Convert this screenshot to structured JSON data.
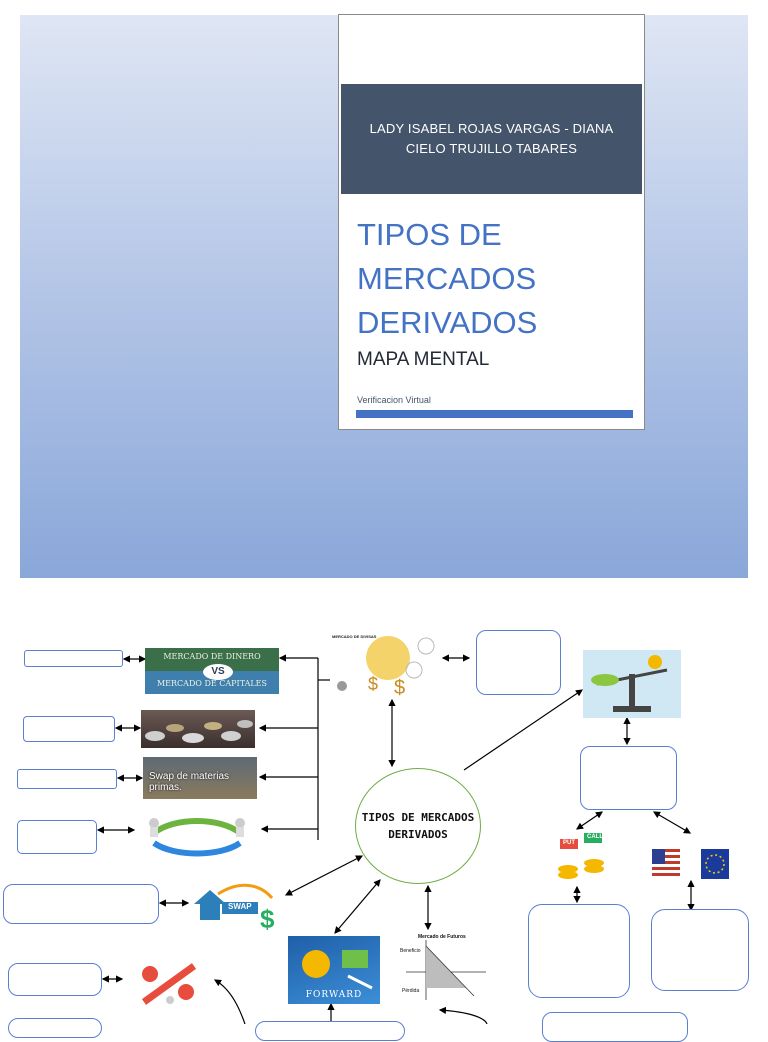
{
  "cover": {
    "authors": "LADY ISABEL ROJAS VARGAS - DIANA CIELO TRUJILLO TABARES",
    "title": "TIPOS DE MERCADOS DERIVADOS",
    "subtitle": "MAPA MENTAL",
    "footer": "Verificacion Virtual",
    "colors": {
      "band": "#44546a",
      "title": "#4472c4",
      "bar": "#4472c4"
    }
  },
  "mindmap": {
    "center_label": "TIPOS DE MERCADOS DERIVADOS",
    "images": {
      "money_vs_capital_top": "MERCADO DE DINERO",
      "money_vs_capital_vs": "VS",
      "money_vs_capital_bottom": "MERCADO DE CAPITALES",
      "swap_commodities": "Swap de materias primas.",
      "forward": "FORWARD",
      "swap_logo": "SWAP",
      "futures_title": "Mercado de Futuros",
      "futures_gain": "Beneficio",
      "futures_loss": "Pérdida",
      "options_put": "PUT",
      "options_call": "CALL",
      "globe_title": "MERCADO DE DIVISAS"
    },
    "colors": {
      "box_border": "#5b7fd0",
      "circle_border": "#70ad47",
      "arrow": "#000000"
    }
  }
}
